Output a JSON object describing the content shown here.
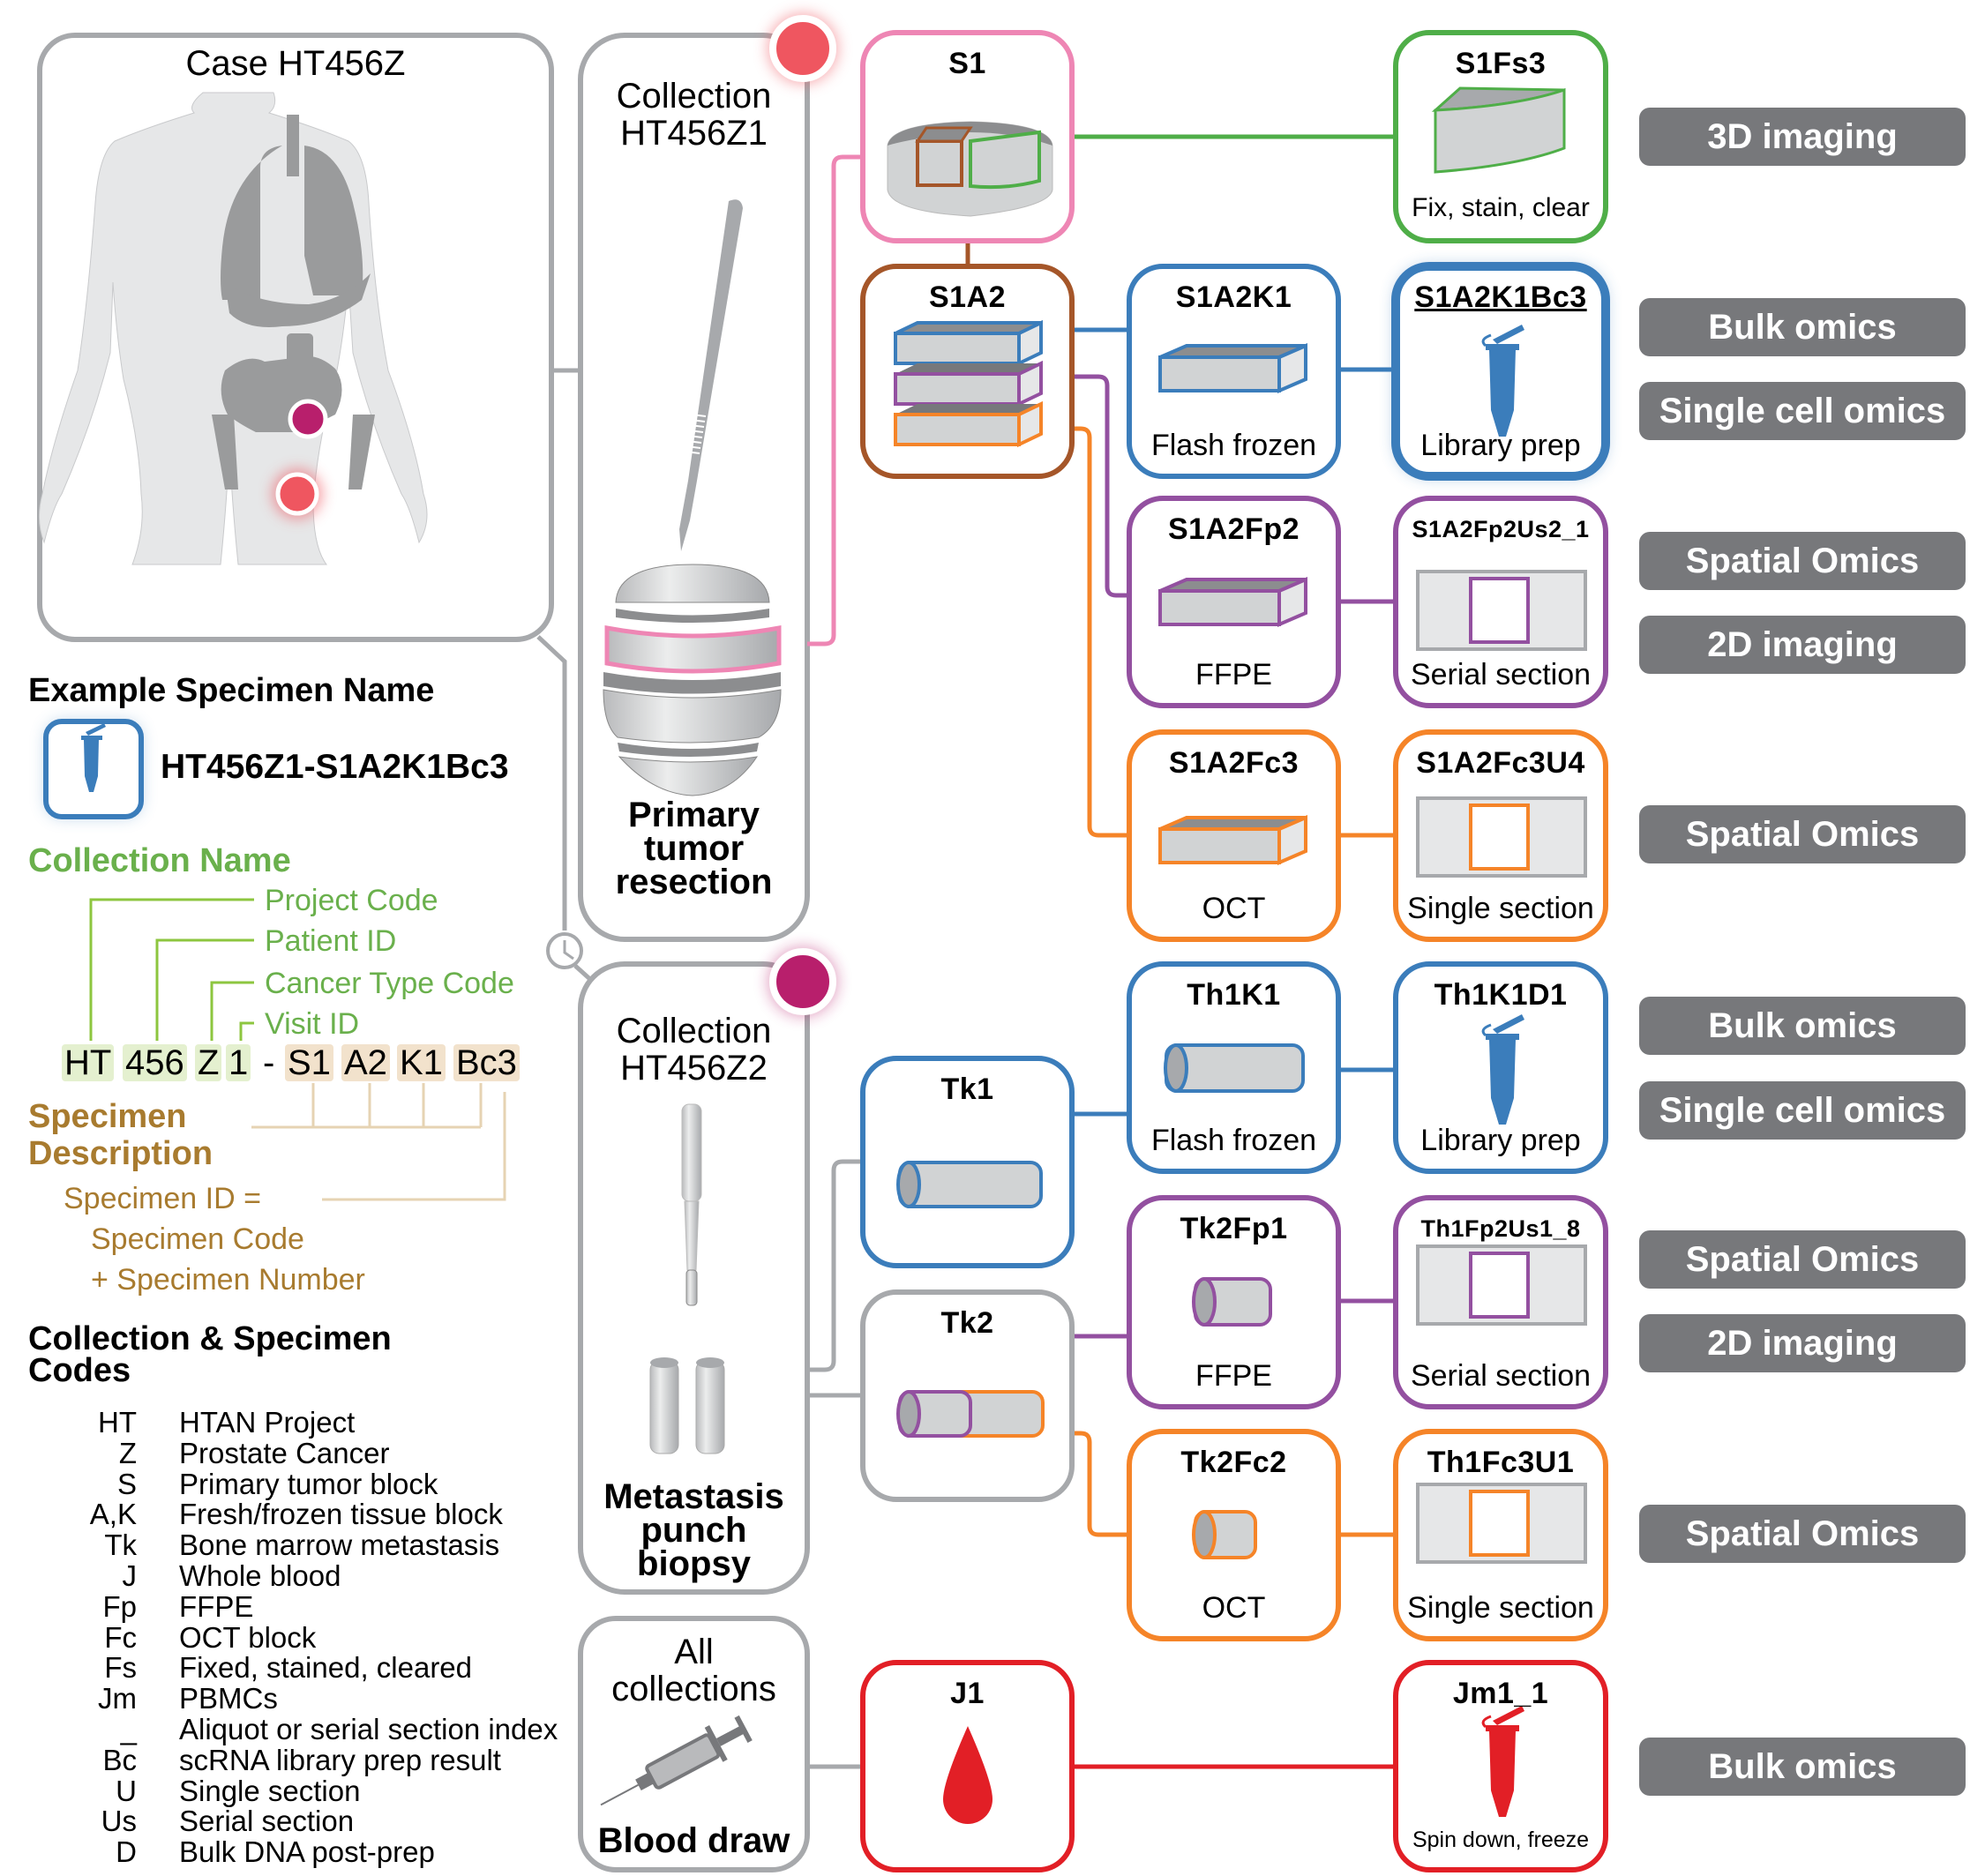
{
  "case": {
    "title": "Case HT456Z"
  },
  "example": {
    "heading": "Example Specimen Name",
    "specimen_name": "HT456Z1-S1A2K1Bc3"
  },
  "collection_name": {
    "heading": "Collection Name",
    "labels": [
      "Project Code",
      "Patient ID",
      "Cancer Type Code",
      "Visit ID"
    ],
    "chips": [
      "HT",
      "456",
      "Z",
      "1"
    ],
    "separator": "-",
    "specimen_chips": [
      "S1",
      "A2",
      "K1",
      "Bc3"
    ]
  },
  "specimen_description": {
    "heading_line1": "Specimen",
    "heading_line2": "Description",
    "line1": "Specimen ID =",
    "line2": "Specimen Code",
    "line3": "+ Specimen Number"
  },
  "codes": {
    "heading_line1": "Collection & Specimen",
    "heading_line2": "Codes",
    "items": [
      {
        "code": "HT",
        "desc": "HTAN Project"
      },
      {
        "code": "Z",
        "desc": "Prostate Cancer"
      },
      {
        "code": "S",
        "desc": "Primary tumor block"
      },
      {
        "code": "A,K",
        "desc": "Fresh/frozen tissue block"
      },
      {
        "code": "Tk",
        "desc": "Bone marrow metastasis"
      },
      {
        "code": "J",
        "desc": "Whole blood"
      },
      {
        "code": "Fp",
        "desc": "FFPE"
      },
      {
        "code": "Fc",
        "desc": "OCT block"
      },
      {
        "code": "Fs",
        "desc": "Fixed, stained, cleared"
      },
      {
        "code": "Jm",
        "desc": "PBMCs"
      },
      {
        "code": "_",
        "desc": "Aliquot or serial section index"
      },
      {
        "code": "Bc",
        "desc": "scRNA library prep result"
      },
      {
        "code": "U",
        "desc": "Single section"
      },
      {
        "code": "Us",
        "desc": "Serial section"
      },
      {
        "code": "D",
        "desc": "Bulk DNA post-prep"
      }
    ]
  },
  "collections": [
    {
      "line1": "Collection",
      "line2": "HT456Z1",
      "procedure": [
        "Primary",
        "tumor",
        "resection"
      ],
      "dot_color": "#ef5660"
    },
    {
      "line1": "Collection",
      "line2": "HT456Z2",
      "procedure": [
        "Metastasis",
        "punch",
        "biopsy"
      ],
      "dot_color": "#b81f6c"
    },
    {
      "line1": "All",
      "line2": "collections",
      "procedure": [
        "Blood draw"
      ]
    }
  ],
  "nodes": {
    "S1": {
      "title": "S1",
      "color": "#ee86b4"
    },
    "S1A2": {
      "title": "S1A2",
      "color": "#a55629"
    },
    "S1Fs3": {
      "title": "S1Fs3",
      "sub": "Fix, stain, clear",
      "color": "#4fae48"
    },
    "S1A2K1": {
      "title": "S1A2K1",
      "sub": "Flash frozen",
      "color": "#3b7dbb"
    },
    "S1A2K1Bc3": {
      "title": "S1A2K1Bc3",
      "sub": "Library prep",
      "color": "#3b7dbb",
      "highlighted": true
    },
    "S1A2Fp2": {
      "title": "S1A2Fp2",
      "sub": "FFPE",
      "color": "#9350a0"
    },
    "S1A2Fp2Us2_1": {
      "title": "S1A2Fp2Us2_1",
      "sub": "Serial section",
      "color": "#9350a0"
    },
    "S1A2Fc3": {
      "title": "S1A2Fc3",
      "sub": "OCT",
      "color": "#f58428"
    },
    "S1A2Fc3U4": {
      "title": "S1A2Fc3U4",
      "sub": "Single section",
      "color": "#f58428"
    },
    "Tk1": {
      "title": "Tk1",
      "color": "#3b7dbb"
    },
    "Tk2": {
      "title": "Tk2",
      "color": "#a7a9ac"
    },
    "Th1K1": {
      "title": "Th1K1",
      "sub": "Flash frozen",
      "color": "#3b7dbb"
    },
    "Th1K1D1": {
      "title": "Th1K1D1",
      "sub": "Library prep",
      "color": "#3b7dbb"
    },
    "Tk2Fp1": {
      "title": "Tk2Fp1",
      "sub": "FFPE",
      "color": "#9350a0"
    },
    "Th1Fp2Us1_8": {
      "title": "Th1Fp2Us1_8",
      "sub": "Serial section",
      "color": "#9350a0"
    },
    "Tk2Fc2": {
      "title": "Tk2Fc2",
      "sub": "OCT",
      "color": "#f58428"
    },
    "Th1Fc3U1": {
      "title": "Th1Fc3U1",
      "sub": "Single section",
      "color": "#f58428"
    },
    "J1": {
      "title": "J1",
      "color": "#e21f26"
    },
    "Jm1_1": {
      "title": "Jm1_1",
      "sub": "Spin down, freeze",
      "color": "#e21f26"
    }
  },
  "assays": [
    "3D imaging",
    "Bulk omics",
    "Single cell omics",
    "Spatial Omics",
    "2D imaging",
    "Spatial Omics",
    "Bulk omics",
    "Single cell omics",
    "Spatial Omics",
    "2D imaging",
    "Spatial Omics",
    "Bulk omics"
  ]
}
